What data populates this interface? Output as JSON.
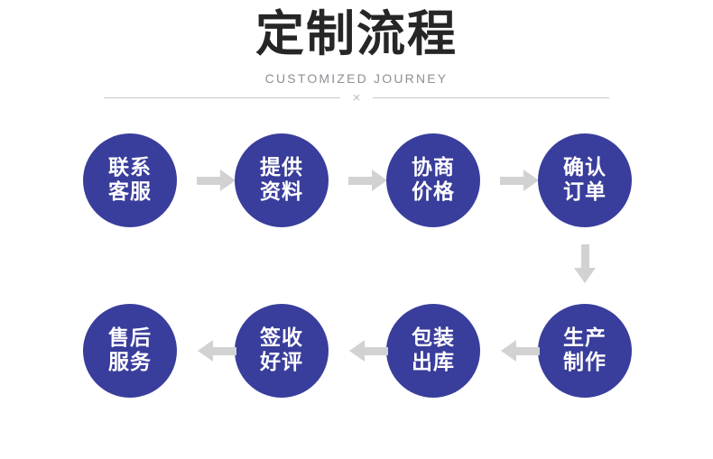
{
  "header": {
    "title": "定制流程",
    "subtitle": "CUSTOMIZED JOURNEY",
    "divider_mark": "×"
  },
  "colors": {
    "node_fill": "#393d9b",
    "node_text": "#ffffff",
    "arrow": "#d2d2d2",
    "title_text": "#262626",
    "subtitle_text": "#8f8f95",
    "divider_line": "#c9c9c9",
    "background": "#ffffff"
  },
  "flow": {
    "steps": [
      {
        "index": 1,
        "line1": "联系",
        "line2": "客服"
      },
      {
        "index": 2,
        "line1": "提供",
        "line2": "资料"
      },
      {
        "index": 3,
        "line1": "协商",
        "line2": "价格"
      },
      {
        "index": 4,
        "line1": "确认",
        "line2": "订单"
      },
      {
        "index": 5,
        "line1": "生产",
        "line2": "制作"
      },
      {
        "index": 6,
        "line1": "包装",
        "line2": "出库"
      },
      {
        "index": 7,
        "line1": "签收",
        "line2": "好评"
      },
      {
        "index": 8,
        "line1": "售后",
        "line2": "服务"
      }
    ],
    "connectors": [
      {
        "id": 1,
        "direction": "right",
        "from": 1,
        "to": 2
      },
      {
        "id": 2,
        "direction": "right",
        "from": 2,
        "to": 3
      },
      {
        "id": 3,
        "direction": "right",
        "from": 3,
        "to": 4
      },
      {
        "id": 4,
        "direction": "down",
        "from": 4,
        "to": 5
      },
      {
        "id": 5,
        "direction": "left",
        "from": 5,
        "to": 6
      },
      {
        "id": 6,
        "direction": "left",
        "from": 6,
        "to": 7
      },
      {
        "id": 7,
        "direction": "left",
        "from": 7,
        "to": 8
      }
    ]
  }
}
